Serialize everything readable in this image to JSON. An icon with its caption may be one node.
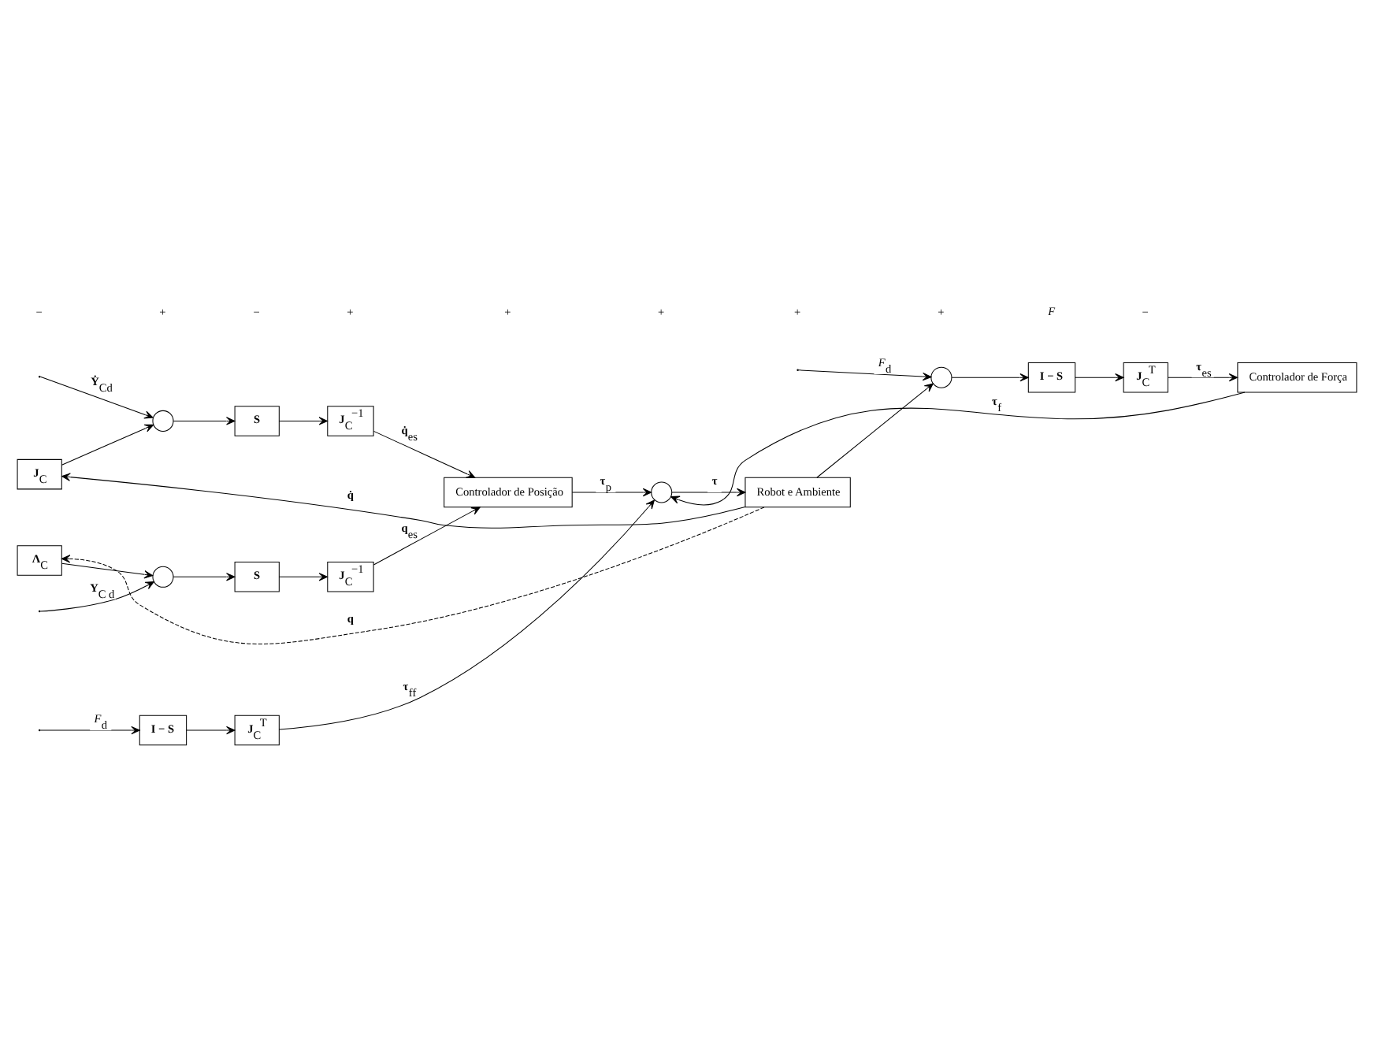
{
  "diagram": {
    "nodes": [
      {
        "text": [
          "**J**$_{C}$"
        ]
      },
      {
        "text": [
          "**Λ**$_{C}$"
        ]
      },
      {
        "text": [],
        "shape": "circle"
      },
      {
        "text": [],
        "shape": "circle"
      },
      {
        "text": [
          "**S**"
        ]
      },
      {
        "text": [
          "**S**"
        ]
      },
      {
        "text": [
          "**J**$_{C}$$^{−1}$"
        ]
      },
      {
        "text": [
          "**J**$_{C}$$^{−1}$"
        ]
      },
      {
        "text": [
          "Controlador de Posição"
        ]
      },
      {
        "text": [],
        "shape": "circle"
      },
      {
        "text": [
          "Robot e Ambiente"
        ]
      },
      {
        "text": [
          "**I − S**"
        ]
      },
      {
        "text": [
          "**J**$_{C}$$^{T}$"
        ]
      },
      {
        "text": [],
        "shape": "circle"
      },
      {
        "text": [
          "**I − S**"
        ]
      },
      {
        "text": [
          "**J**$_{C}$$^{T}$"
        ]
      },
      {
        "text": [
          "Controlador de Força"
        ]
      }
    ],
    "edges": [
      {
        "from": 10,
        "to": 0,
        "arrow": "to",
        "label": "**q̇**"
      },
      {
        "from": 0,
        "to": 2,
        "arrow": "to"
      },
      {
        "from": 10,
        "to": 1,
        "arrow": "to",
        "label": "**q**",
        "style": "dashed"
      },
      {
        "from": 1,
        "to": 3,
        "arrow": "to"
      },
      {
        "from": null,
        "to": 2,
        "arrow": "to",
        "label": "**Ẏ**$_{Cd}$"
      },
      {
        "from": null,
        "to": 3,
        "arrow": "to",
        "label": "**Y**$_{C d}$"
      },
      {
        "from": 2,
        "to": 4,
        "arrow": "to"
      },
      {
        "from": 3,
        "to": 5,
        "arrow": "to"
      },
      {
        "from": 4,
        "to": 6,
        "arrow": "to"
      },
      {
        "from": 5,
        "to": 7,
        "arrow": "to"
      },
      {
        "from": 6,
        "to": 8,
        "arrow": "to",
        "label": "**q̇**$_{es}$"
      },
      {
        "from": 7,
        "to": 8,
        "arrow": "to",
        "label": "**q**$_{es}$"
      },
      {
        "from": 8,
        "to": 9,
        "arrow": "to",
        "label": "**τ**$_{p}$"
      },
      {
        "from": 9,
        "to": 10,
        "arrow": "to",
        "label": "**τ**"
      },
      {
        "from": null,
        "to": 11,
        "arrow": "to",
        "label": "*F*$_{d}$"
      },
      {
        "from": null,
        "to": 13,
        "arrow": "to",
        "label": "*F*$_{d}$"
      },
      {
        "from": 11,
        "to": 12,
        "arrow": "to"
      },
      {
        "from": 12,
        "to": 9,
        "arrow": "to",
        "label": "**τ**$_{ff}$"
      },
      {
        "from": 13,
        "to": 14,
        "arrow": "to"
      },
      {
        "from": 14,
        "to": 15,
        "arrow": "to"
      },
      {
        "from": 15,
        "to": 16,
        "arrow": "to",
        "label": "**τ**$_{es}$"
      },
      {
        "from": 16,
        "to": 9,
        "arrow": "to",
        "label": "**τ**$_{f}$"
      },
      {
        "from": 10,
        "to": 13,
        "arrow": "to"
      }
    ],
    "labels": [
      "−",
      "+",
      "−",
      "+",
      "+",
      "+",
      "+",
      "+",
      "*F*",
      "−"
    ]
  }
}
